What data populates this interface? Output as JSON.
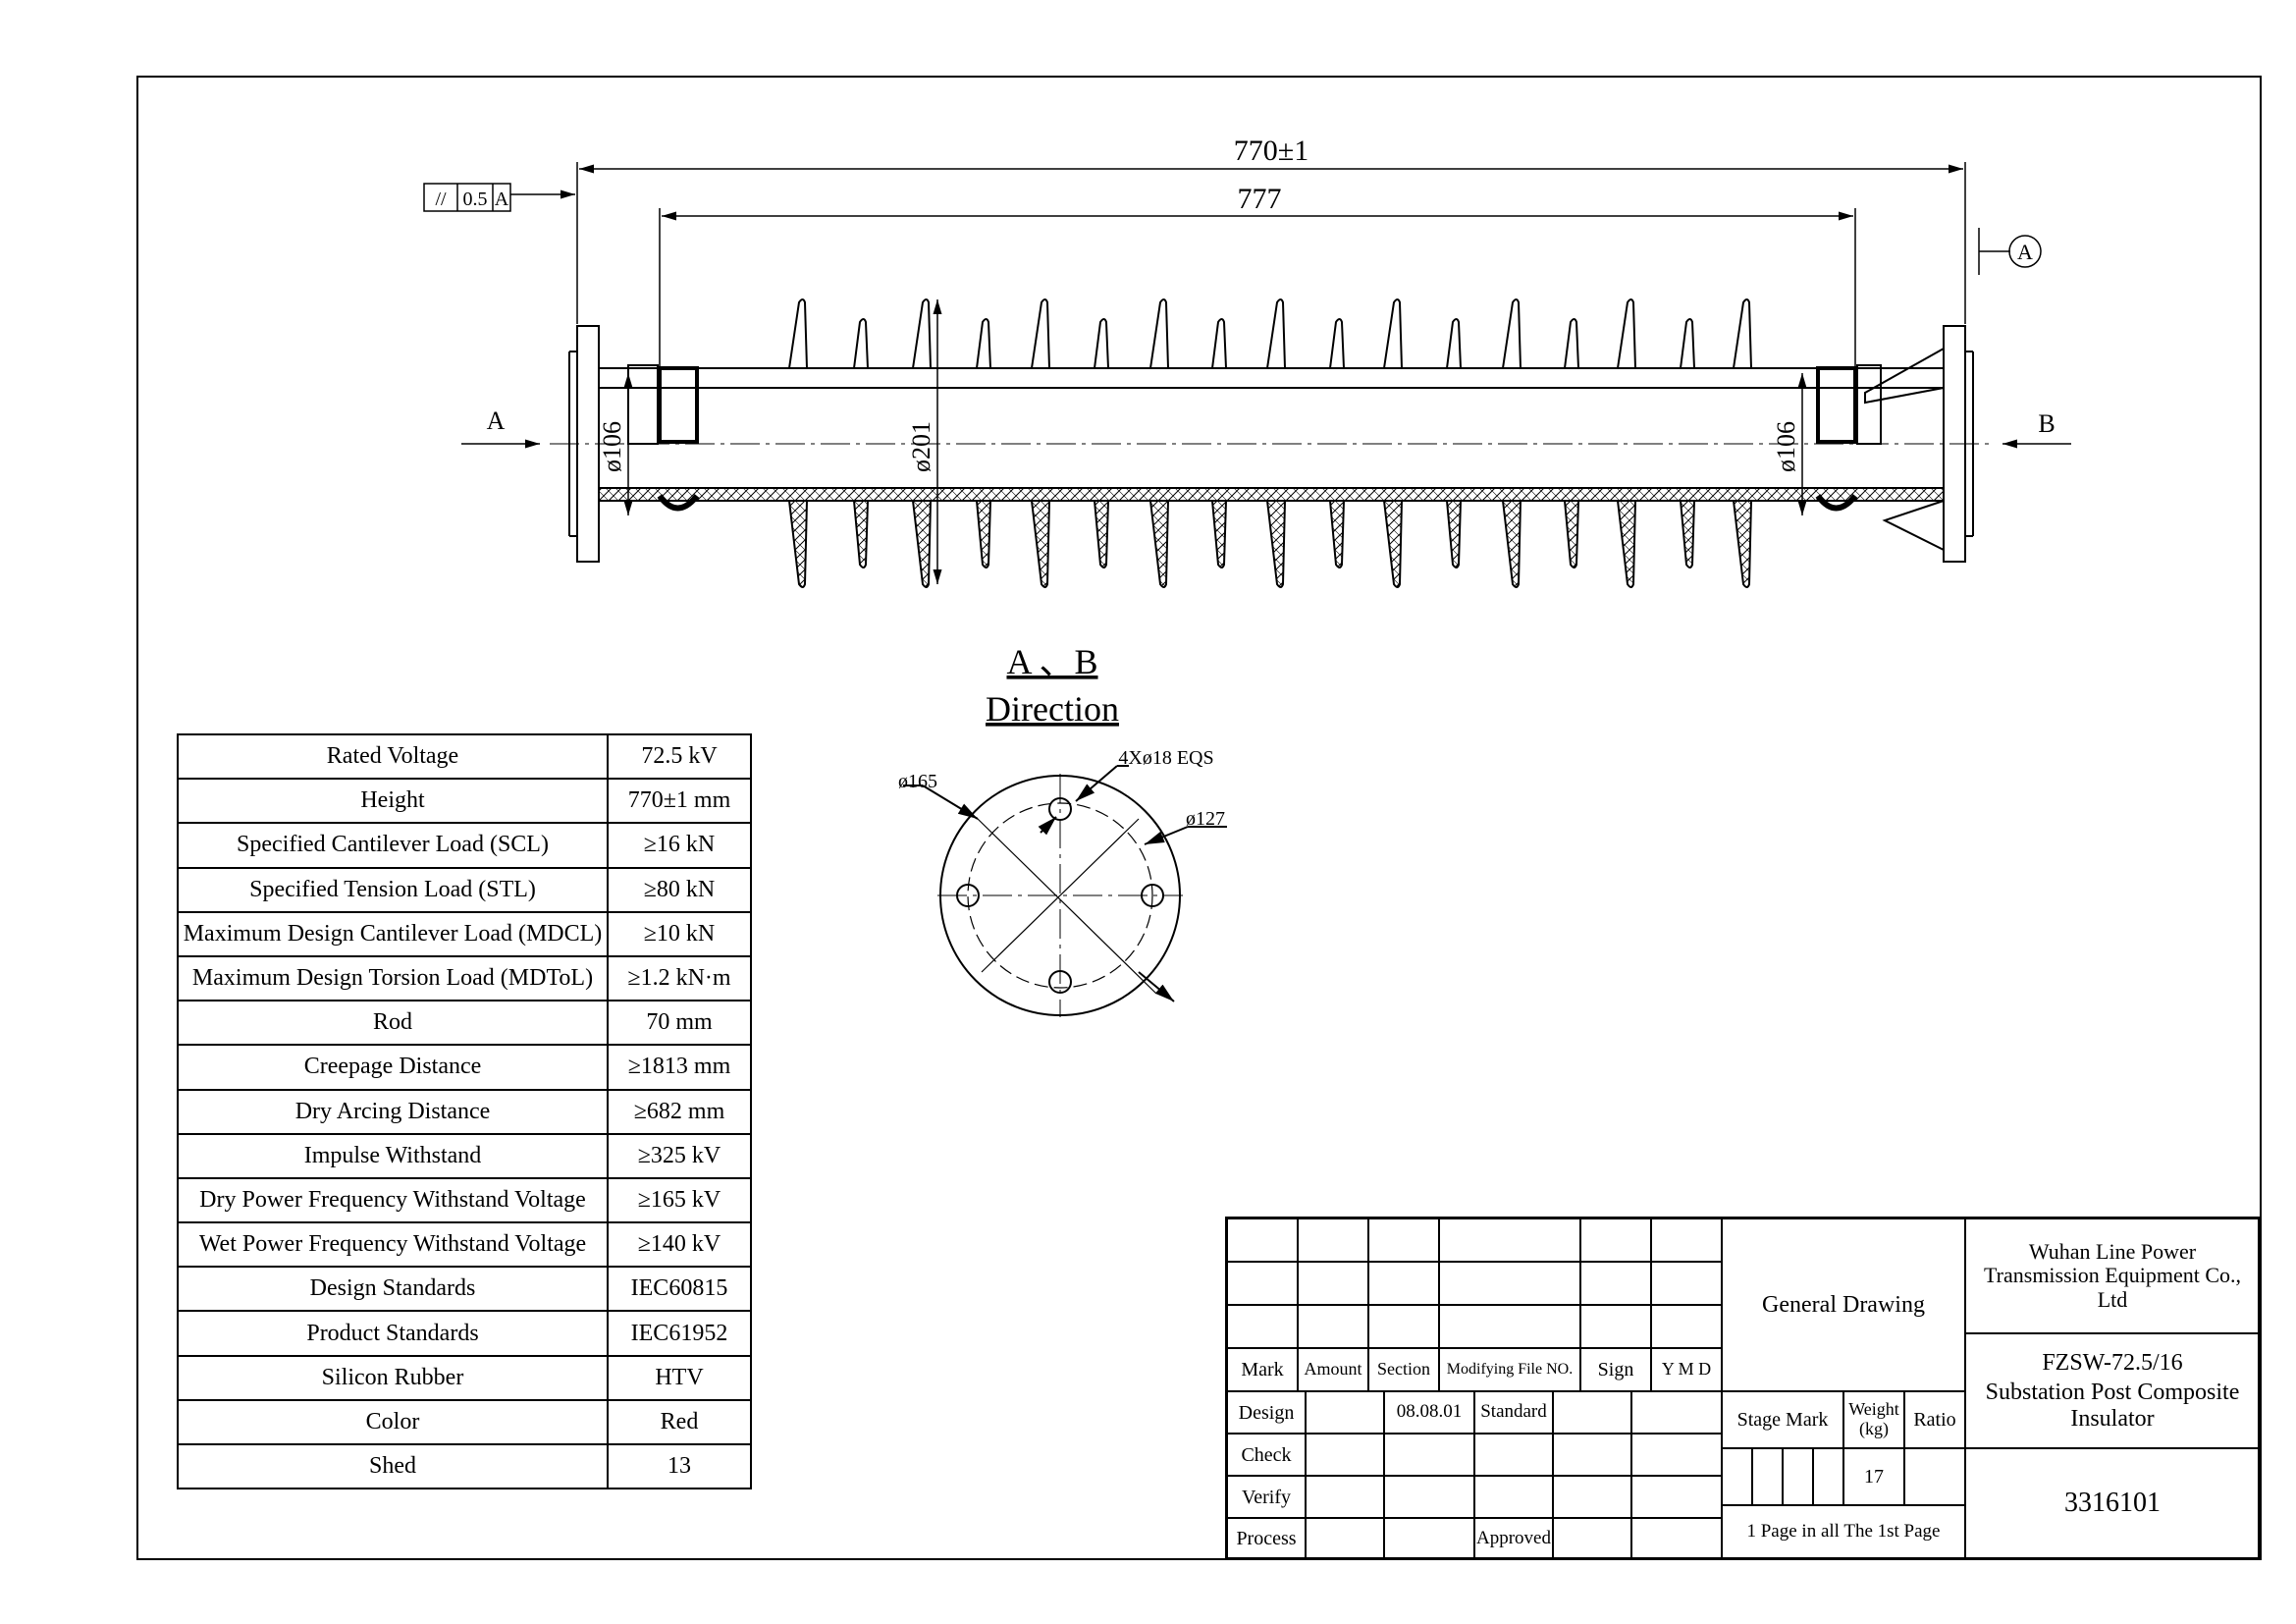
{
  "dimensions": {
    "overall_length": "770±1",
    "shed_span": "777",
    "flange_diameter_left": "ø106",
    "shed_diameter": "ø201",
    "flange_diameter_right": "ø106",
    "tolerance_symbol": "//",
    "tolerance_value": "0.5",
    "tolerance_datum": "A",
    "datum_label": "A",
    "view_arrow_left": "A",
    "view_arrow_right": "B"
  },
  "direction_view": {
    "title_line1": "A 、B",
    "title_line2": "Direction",
    "outer_diameter": "ø165",
    "holes": "4Xø18 EQS",
    "bolt_circle": "ø127"
  },
  "spec_table": [
    {
      "param": "Rated Voltage",
      "value": "72.5 kV"
    },
    {
      "param": "Height",
      "value": "770±1 mm"
    },
    {
      "param": "Specified Cantilever Load (SCL)",
      "value": "≥16 kN"
    },
    {
      "param": "Specified Tension Load (STL)",
      "value": "≥80 kN"
    },
    {
      "param": "Maximum Design Cantilever Load (MDCL)",
      "value": "≥10 kN"
    },
    {
      "param": "Maximum Design Torsion Load (MDToL)",
      "value": "≥1.2 kN·m"
    },
    {
      "param": "Rod",
      "value": "70 mm"
    },
    {
      "param": "Creepage Distance",
      "value": "≥1813 mm"
    },
    {
      "param": "Dry Arcing Distance",
      "value": "≥682 mm"
    },
    {
      "param": "Impulse Withstand",
      "value": "≥325 kV"
    },
    {
      "param": "Dry Power Frequency Withstand Voltage",
      "value": "≥165 kV"
    },
    {
      "param": "Wet Power Frequency Withstand Voltage",
      "value": "≥140 kV"
    },
    {
      "param": "Design Standards",
      "value": "IEC60815"
    },
    {
      "param": "Product Standards",
      "value": "IEC61952"
    },
    {
      "param": "Silicon Rubber",
      "value": "HTV"
    },
    {
      "param": "Color",
      "value": "Red"
    },
    {
      "param": "Shed",
      "value": "13"
    }
  ],
  "title_block": {
    "rev_headers": {
      "mark": "Mark",
      "amount": "Amount",
      "section": "Section",
      "modifying_file": "Modifying File NO.",
      "sign": "Sign",
      "ymd": "Y M D"
    },
    "design": "Design",
    "design_date": "08.08.01",
    "standard": "Standard",
    "check": "Check",
    "verify": "Verify",
    "process": "Process",
    "approved": "Approved",
    "general_drawing": "General Drawing",
    "stage_mark": "Stage Mark",
    "weight": "Weight (kg)",
    "ratio": "Ratio",
    "weight_value": "17",
    "pages": "1 Page in all The 1st Page",
    "company": "Wuhan Line Power Transmission Equipment Co., Ltd",
    "product_code": "FZSW-72.5/16",
    "product_name": "Substation Post Composite Insulator",
    "drawing_number": "3316101"
  }
}
